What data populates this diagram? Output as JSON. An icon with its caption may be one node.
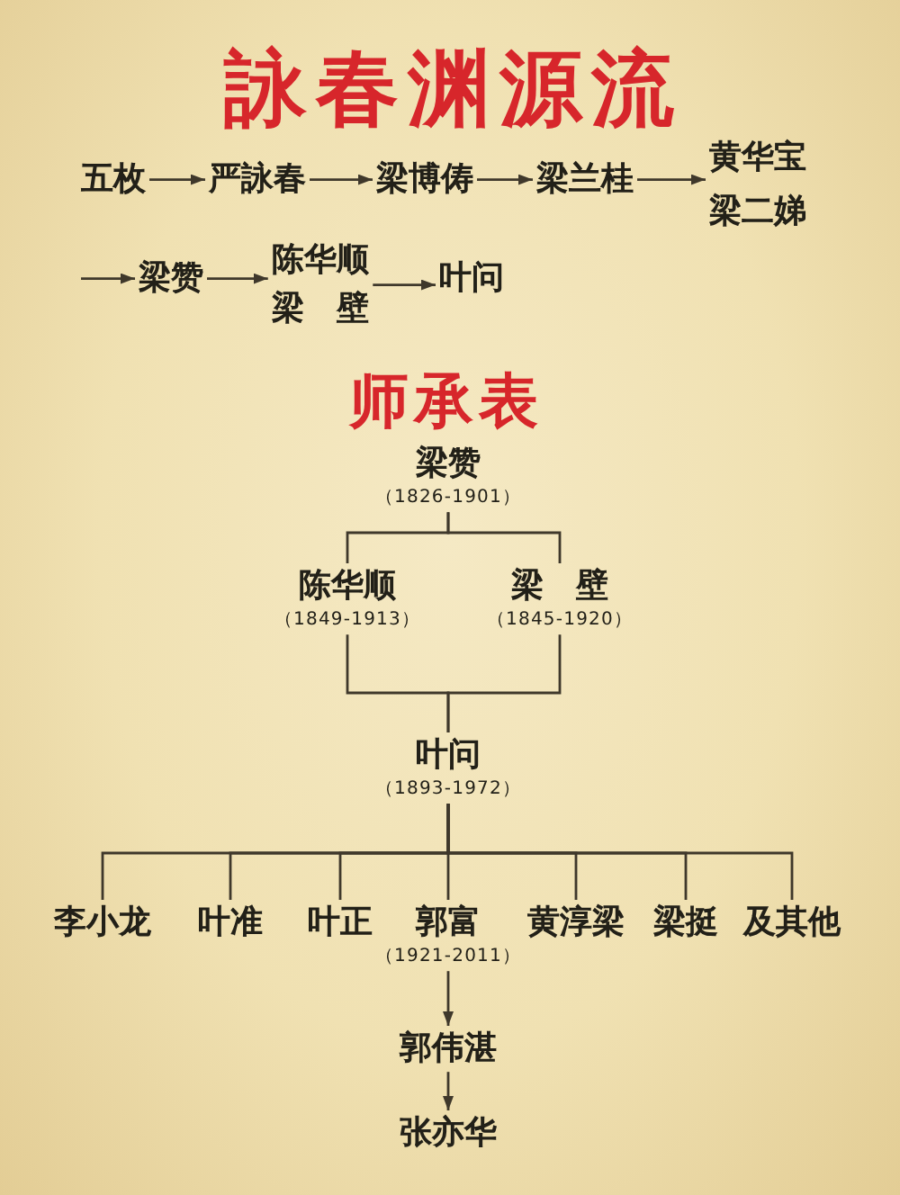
{
  "diagram": {
    "title": "詠春渊源流",
    "nodes": [
      {
        "text": [
          "五枚"
        ]
      },
      {
        "text": [
          "严詠春"
        ]
      },
      {
        "text": [
          "梁博俦"
        ]
      },
      {
        "text": [
          "梁兰桂"
        ]
      },
      {
        "text": [
          "黄华宝",
          "梁二娣"
        ]
      },
      {
        "text": [
          "梁赞"
        ]
      },
      {
        "text": [
          "陈华顺",
          "梁 壁"
        ]
      },
      {
        "text": [
          "叶问"
        ]
      },
      {
        "text": [
          "梁赞"
        ],
        "beside": [
          "（1826-1901）"
        ]
      },
      {
        "text": [
          "陈华顺"
        ],
        "beside": [
          "（1849-1913）"
        ]
      },
      {
        "text": [
          "梁 壁"
        ],
        "beside": [
          "（1845-1920）"
        ]
      },
      {
        "text": [
          "叶问"
        ],
        "beside": [
          "（1893-1972）"
        ]
      },
      {
        "text": [
          "李小龙"
        ]
      },
      {
        "text": [
          "叶准"
        ]
      },
      {
        "text": [
          "叶正"
        ]
      },
      {
        "text": [
          "郭富"
        ],
        "beside": [
          "（1921-2011）"
        ]
      },
      {
        "text": [
          "黄淳梁"
        ]
      },
      {
        "text": [
          "梁挺"
        ]
      },
      {
        "text": [
          "及其他"
        ]
      },
      {
        "text": [
          "郭伟湛"
        ]
      },
      {
        "text": [
          "张亦华"
        ]
      }
    ],
    "edges": [
      {
        "from": 0,
        "to": 1,
        "arrow": "to"
      },
      {
        "from": 1,
        "to": 2,
        "arrow": "to"
      },
      {
        "from": 2,
        "to": 3,
        "arrow": "to"
      },
      {
        "from": 3,
        "to": 4,
        "arrow": "to"
      },
      {
        "from": null,
        "to": 5,
        "arrow": "to"
      },
      {
        "from": 5,
        "to": 6,
        "arrow": "to"
      },
      {
        "from": 6,
        "to": 7,
        "arrow": "to"
      },
      {
        "from": 8,
        "to": 9,
        "arrow": "none"
      },
      {
        "from": 8,
        "to": 10,
        "arrow": "none"
      },
      {
        "from": 9,
        "to": 11,
        "arrow": "none"
      },
      {
        "from": 10,
        "to": 11,
        "arrow": "none"
      },
      {
        "from": 11,
        "to": 12,
        "arrow": "none"
      },
      {
        "from": 11,
        "to": 13,
        "arrow": "none"
      },
      {
        "from": 11,
        "to": 14,
        "arrow": "none"
      },
      {
        "from": 11,
        "to": 15,
        "arrow": "none"
      },
      {
        "from": 11,
        "to": 16,
        "arrow": "none"
      },
      {
        "from": 11,
        "to": 17,
        "arrow": "none"
      },
      {
        "from": 11,
        "to": 18,
        "arrow": "none"
      },
      {
        "from": 15,
        "to": 19,
        "arrow": "to"
      },
      {
        "from": 19,
        "to": 20,
        "arrow": "to"
      }
    ],
    "labels": [
      "师承表"
    ]
  }
}
